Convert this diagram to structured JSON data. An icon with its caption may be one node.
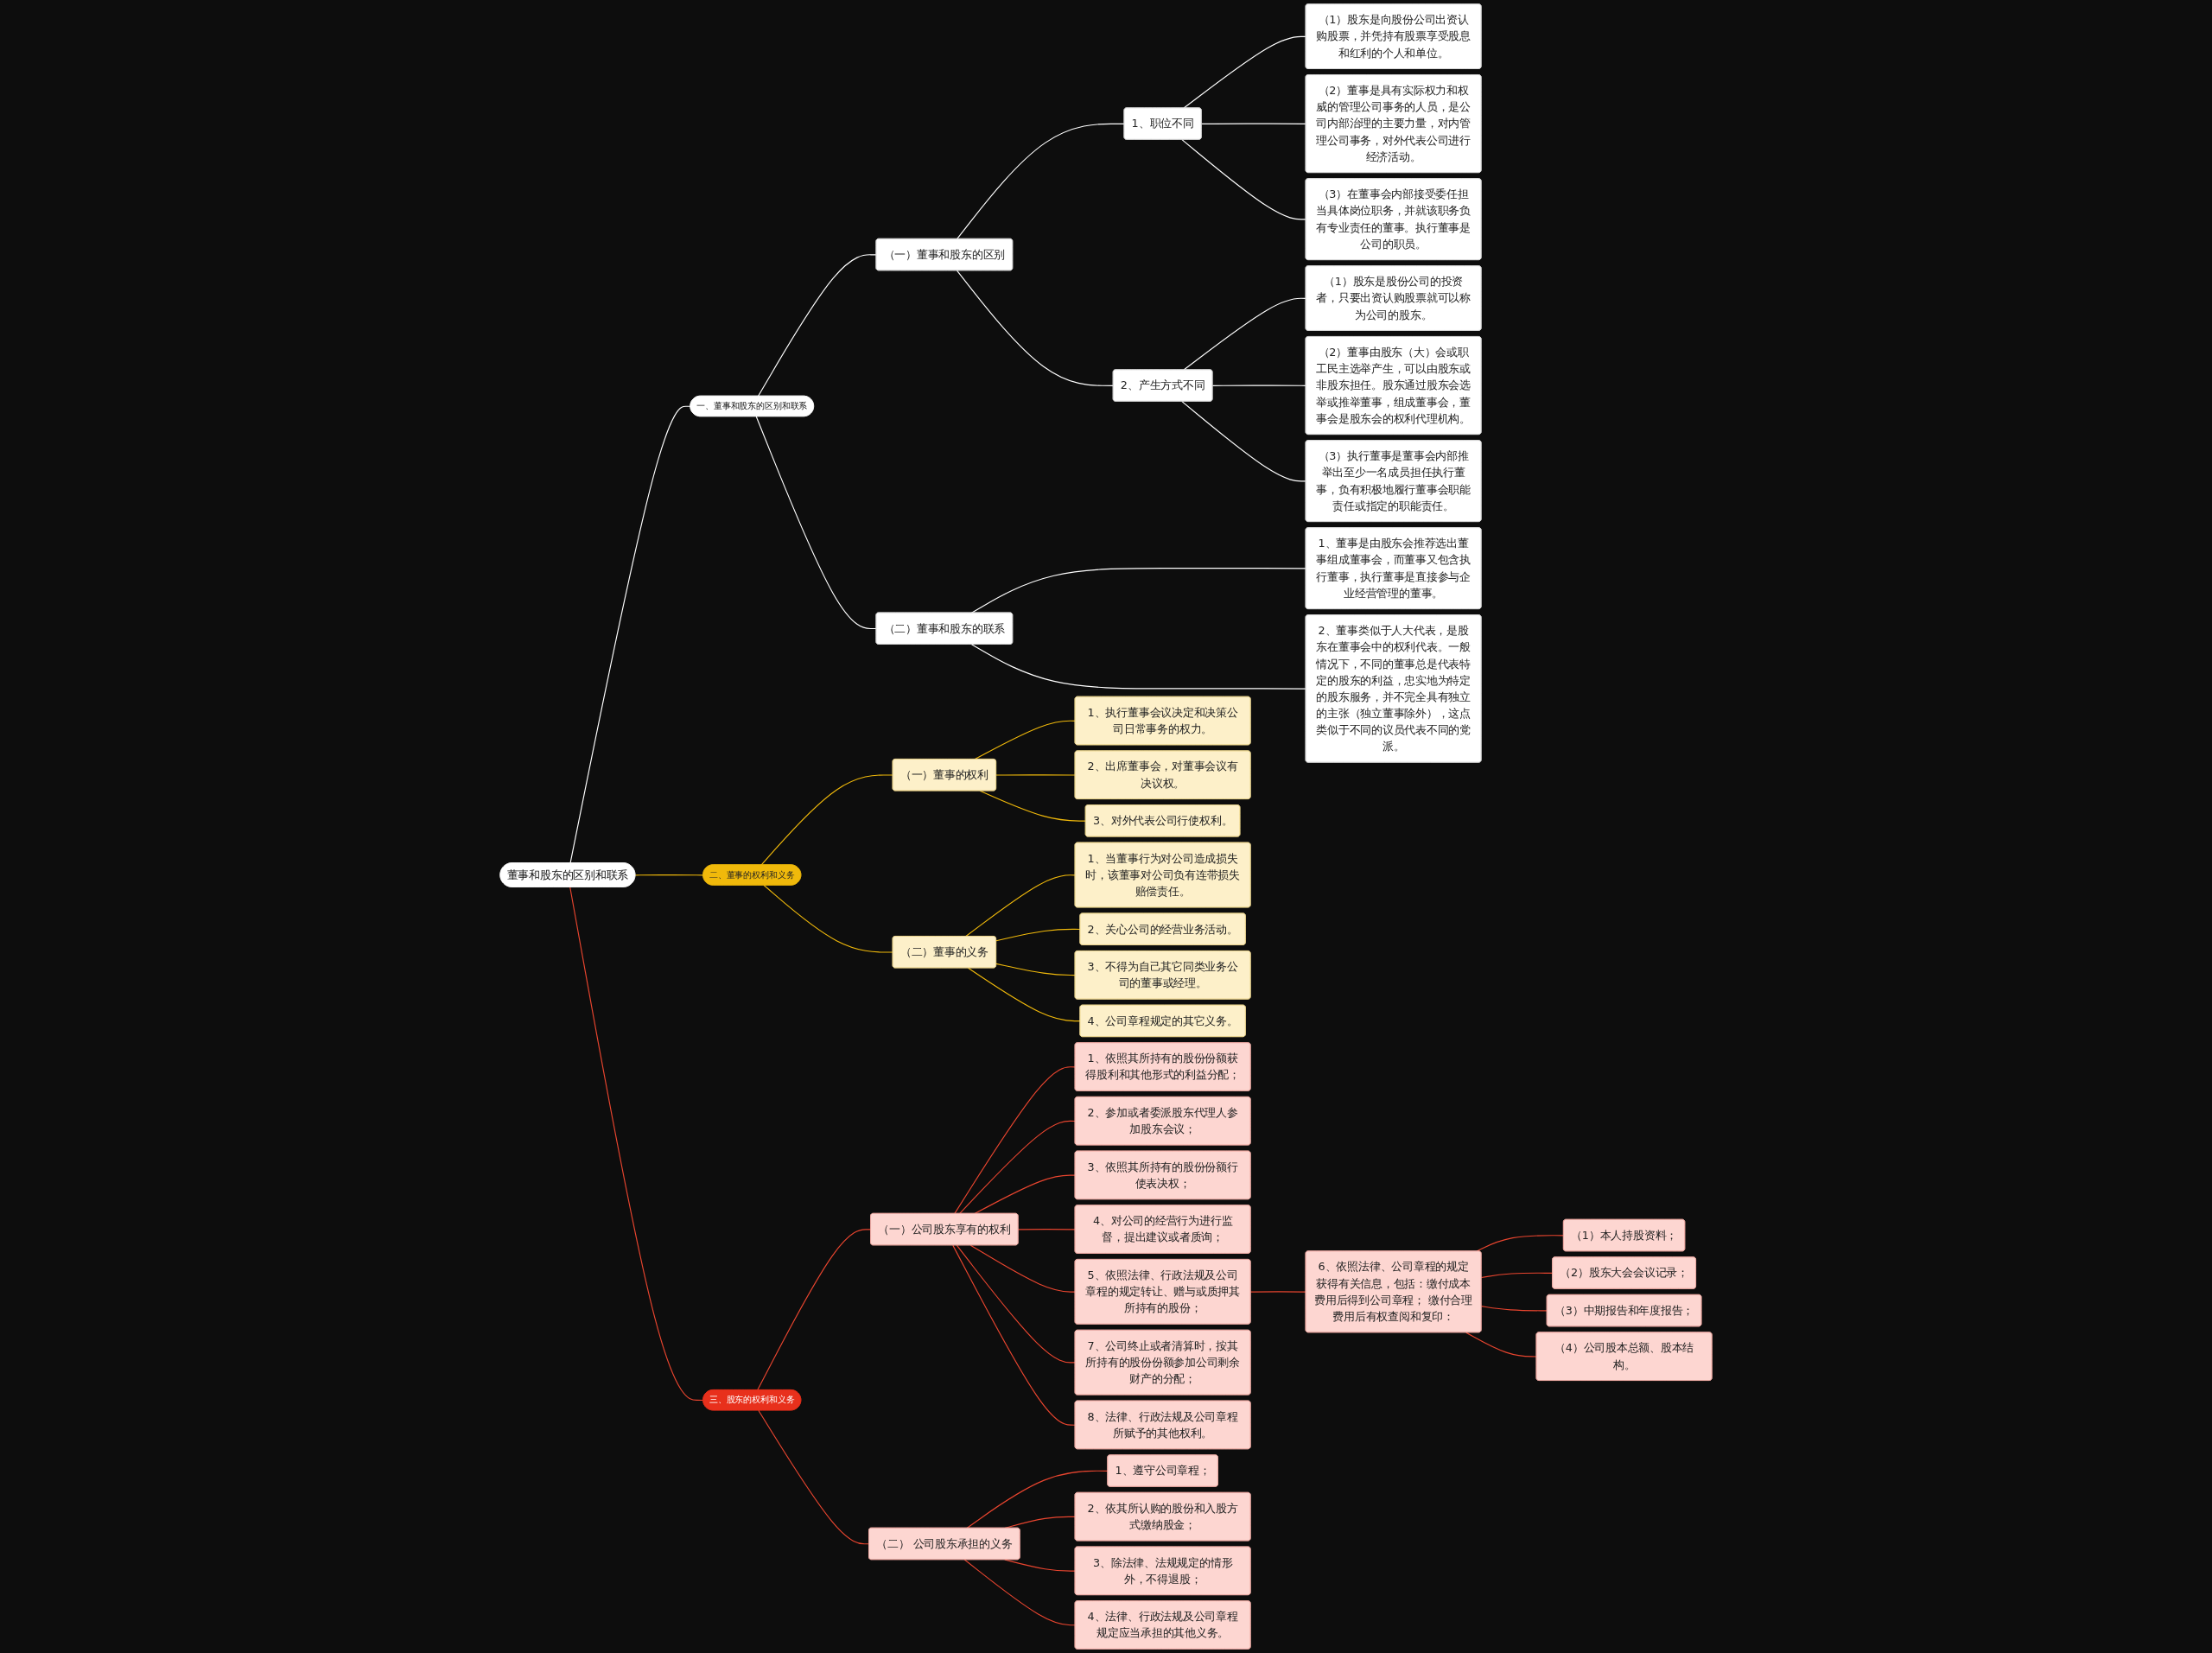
{
  "diagram": {
    "nodes": [
      {
        "text": [
          "董事和股东的区别和联系"
        ]
      },
      {
        "text": [
          "一、董事和股东的区别和联系"
        ]
      },
      {
        "text": [
          "（一）董事和股东的区别"
        ]
      },
      {
        "text": [
          "1、职位不同"
        ]
      },
      {
        "text": [
          "（1）股东是向股份公司出资认购股票，并凭持有股票享受股息和红利的个人和单位。"
        ]
      },
      {
        "text": [
          "（2）董事是具有实际权力和权威的管理公司事务的人员，是公司内部治理的主要力量，对内管理公司事务，对外代表公司进行经济活动。"
        ]
      },
      {
        "text": [
          "（3）在董事会内部接受委任担当具体岗位职务，并就该职务负有专业责任的董事。执行董事是公司的职员。"
        ]
      },
      {
        "text": [
          "2、产生方式不同"
        ]
      },
      {
        "text": [
          "（1）股东是股份公司的投资者，只要出资认购股票就可以称为公司的股东。"
        ]
      },
      {
        "text": [
          "（2）董事由股东（大）会或职工民主选举产生，可以由股东或非股东担任。股东通过股东会选举或推举董事，组成董事会，董事会是股东会的权利代理机构。"
        ]
      },
      {
        "text": [
          "（3）执行董事是董事会内部推举出至少一名成员担任执行董事，负有积极地履行董事会职能责任或指定的职能责任。"
        ]
      },
      {
        "text": [
          "（二）董事和股东的联系"
        ]
      },
      {
        "text": [
          "1、董事是由股东会推荐选出董事组成董事会，而董事又包含执行董事，执行董事是直接参与企业经营管理的董事。"
        ]
      },
      {
        "text": [
          "2、董事类似于人大代表，是股东在董事会中的权利代表。一般情况下，不同的董事总是代表特定的股东的利益，忠实地为特定的股东服务，并不完全具有独立的主张（独立董事除外），这点类似于不同的议员代表不同的党派。"
        ]
      },
      {
        "text": [
          "二、董事的权利和义务"
        ]
      },
      {
        "text": [
          "（一）董事的权利"
        ]
      },
      {
        "text": [
          "1、执行董事会议决定和决策公司日常事务的权力。"
        ]
      },
      {
        "text": [
          "2、出席董事会，对董事会议有决议权。"
        ]
      },
      {
        "text": [
          "3、对外代表公司行使权利。"
        ]
      },
      {
        "text": [
          "（二）董事的义务"
        ]
      },
      {
        "text": [
          "1、当董事行为对公司造成损失时，该董事对公司负有连带损失赔偿责任。"
        ]
      },
      {
        "text": [
          "2、关心公司的经营业务活动。"
        ]
      },
      {
        "text": [
          "3、不得为自己其它同类业务公司的董事或经理。"
        ]
      },
      {
        "text": [
          "4、公司章程规定的其它义务。"
        ]
      },
      {
        "text": [
          "三、股东的权利和义务"
        ]
      },
      {
        "text": [
          "（一）公司股东享有的权利"
        ]
      },
      {
        "text": [
          "1、依照其所持有的股份份额获得股利和其他形式的利益分配；"
        ]
      },
      {
        "text": [
          "2、参加或者委派股东代理人参加股东会议；"
        ]
      },
      {
        "text": [
          "3、依照其所持有的股份份额行使表决权；"
        ]
      },
      {
        "text": [
          "4、对公司的经营行为进行监督，提出建议或者质询；"
        ]
      },
      {
        "text": [
          "5、依照法律、行政法规及公司章程的规定转让、赠与或质押其所持有的股份；"
        ]
      },
      {
        "text": [
          "6、依照法律、公司章程的规定获得有关信息，包括：缴付成本费用后得到公司章程； 缴付合理费用后有权查阅和复印："
        ]
      },
      {
        "text": [
          "（1）本人持股资料；"
        ]
      },
      {
        "text": [
          "（2）股东大会会议记录；"
        ]
      },
      {
        "text": [
          "（3）中期报告和年度报告；"
        ]
      },
      {
        "text": [
          "（4）公司股本总额、股本结构。"
        ]
      },
      {
        "text": [
          "7、公司终止或者清算时，按其所持有的股份份额参加公司剩余财产的分配；"
        ]
      },
      {
        "text": [
          "8、法律、行政法规及公司章程所赋予的其他权利。"
        ]
      },
      {
        "text": [
          "（二） 公司股东承担的义务"
        ]
      },
      {
        "text": [
          "1、遵守公司章程；"
        ]
      },
      {
        "text": [
          "2、依其所认购的股份和入股方式缴纳股金；"
        ]
      },
      {
        "text": [
          "3、除法律、法规规定的情形外，不得退股；"
        ]
      },
      {
        "text": [
          "4、法律、行政法规及公司章程规定应当承担的其他义务。"
        ]
      }
    ],
    "edges": [
      {
        "from": 0,
        "to": 1,
        "arrow": "none",
        "color": "#ffffff"
      },
      {
        "from": 1,
        "to": 2,
        "arrow": "none",
        "color": "#ffffff"
      },
      {
        "from": 2,
        "to": 3,
        "arrow": "none",
        "color": "#ffffff"
      },
      {
        "from": 3,
        "to": 4,
        "arrow": "none",
        "color": "#ffffff"
      },
      {
        "from": 3,
        "to": 5,
        "arrow": "none",
        "color": "#ffffff"
      },
      {
        "from": 3,
        "to": 6,
        "arrow": "none",
        "color": "#ffffff"
      },
      {
        "from": 2,
        "to": 7,
        "arrow": "none",
        "color": "#ffffff"
      },
      {
        "from": 7,
        "to": 8,
        "arrow": "none",
        "color": "#ffffff"
      },
      {
        "from": 7,
        "to": 9,
        "arrow": "none",
        "color": "#ffffff"
      },
      {
        "from": 7,
        "to": 10,
        "arrow": "none",
        "color": "#ffffff"
      },
      {
        "from": 1,
        "to": 11,
        "arrow": "none",
        "color": "#ffffff"
      },
      {
        "from": 11,
        "to": 12,
        "arrow": "none",
        "color": "#ffffff"
      },
      {
        "from": 11,
        "to": 13,
        "arrow": "none",
        "color": "#ffffff"
      },
      {
        "from": 0,
        "to": 14,
        "arrow": "none",
        "color": "#f0b90b"
      },
      {
        "from": 14,
        "to": 15,
        "arrow": "none",
        "color": "#f0b90b"
      },
      {
        "from": 15,
        "to": 16,
        "arrow": "none",
        "color": "#f0b90b"
      },
      {
        "from": 15,
        "to": 17,
        "arrow": "none",
        "color": "#f0b90b"
      },
      {
        "from": 15,
        "to": 18,
        "arrow": "none",
        "color": "#f0b90b"
      },
      {
        "from": 14,
        "to": 19,
        "arrow": "none",
        "color": "#f0b90b"
      },
      {
        "from": 19,
        "to": 20,
        "arrow": "none",
        "color": "#f0b90b"
      },
      {
        "from": 19,
        "to": 21,
        "arrow": "none",
        "color": "#f0b90b"
      },
      {
        "from": 19,
        "to": 22,
        "arrow": "none",
        "color": "#f0b90b"
      },
      {
        "from": 19,
        "to": 23,
        "arrow": "none",
        "color": "#f0b90b"
      },
      {
        "from": 0,
        "to": 24,
        "arrow": "none"
      },
      {
        "from": 24,
        "to": 25,
        "arrow": "none"
      },
      {
        "from": 25,
        "to": 26,
        "arrow": "none"
      },
      {
        "from": 25,
        "to": 27,
        "arrow": "none"
      },
      {
        "from": 25,
        "to": 28,
        "arrow": "none"
      },
      {
        "from": 25,
        "to": 29,
        "arrow": "none"
      },
      {
        "from": 25,
        "to": 30,
        "arrow": "none"
      },
      {
        "from": 30,
        "to": 31,
        "arrow": "none"
      },
      {
        "from": 31,
        "to": 32,
        "arrow": "none"
      },
      {
        "from": 31,
        "to": 33,
        "arrow": "none"
      },
      {
        "from": 31,
        "to": 34,
        "arrow": "none"
      },
      {
        "from": 31,
        "to": 35,
        "arrow": "none"
      },
      {
        "from": 25,
        "to": 36,
        "arrow": "none"
      },
      {
        "from": 25,
        "to": 37,
        "arrow": "none"
      },
      {
        "from": 24,
        "to": 38,
        "arrow": "none"
      },
      {
        "from": 38,
        "to": 39,
        "arrow": "none"
      },
      {
        "from": 38,
        "to": 40,
        "arrow": "none"
      },
      {
        "from": 38,
        "to": 41,
        "arrow": "none"
      },
      {
        "from": 38,
        "to": 42,
        "arrow": "none"
      }
    ]
  }
}
